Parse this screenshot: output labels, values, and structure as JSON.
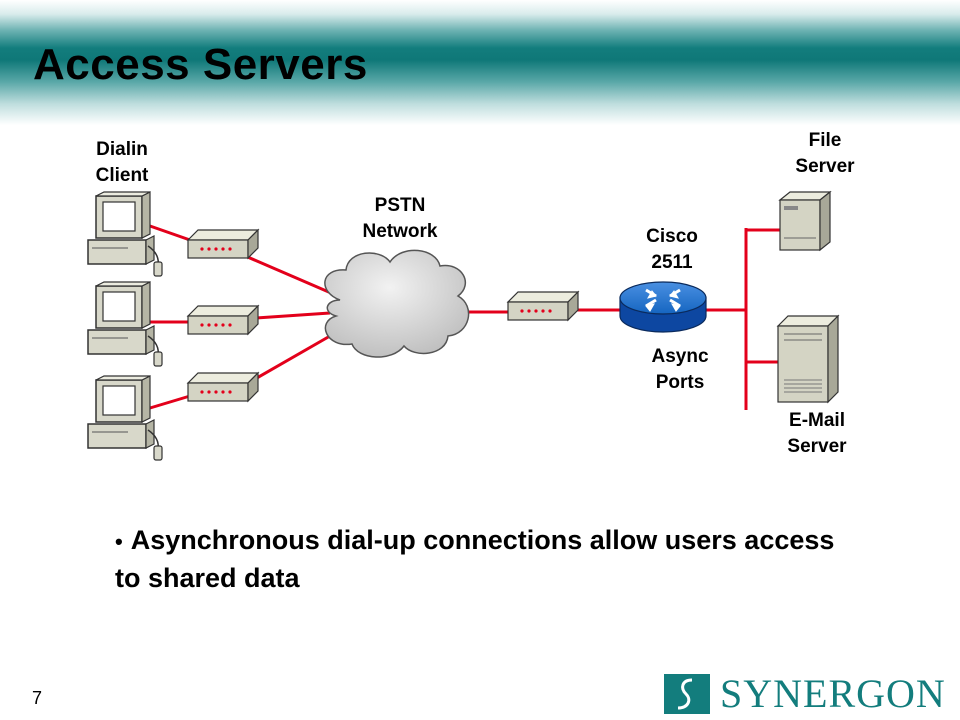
{
  "slide": {
    "title": "Access Servers",
    "page_number": "7"
  },
  "diagram": {
    "dialin_client": [
      "Dialin",
      "Client"
    ],
    "pstn_network": [
      "PSTN",
      "Network"
    ],
    "router": [
      "Cisco",
      "2511"
    ],
    "async_ports": [
      "Async",
      "Ports"
    ],
    "file_server": [
      "File",
      "Server"
    ],
    "email_server": [
      "E-Mail",
      "Server"
    ]
  },
  "bullet": {
    "marker": "•",
    "text": "Asynchronous dial-up connections allow users access to shared data"
  },
  "logo": {
    "text": "SYNERGON"
  },
  "colors": {
    "banner_teal": "#137d7d",
    "link_red": "#e3001b",
    "router_blue": "#1565c0"
  }
}
